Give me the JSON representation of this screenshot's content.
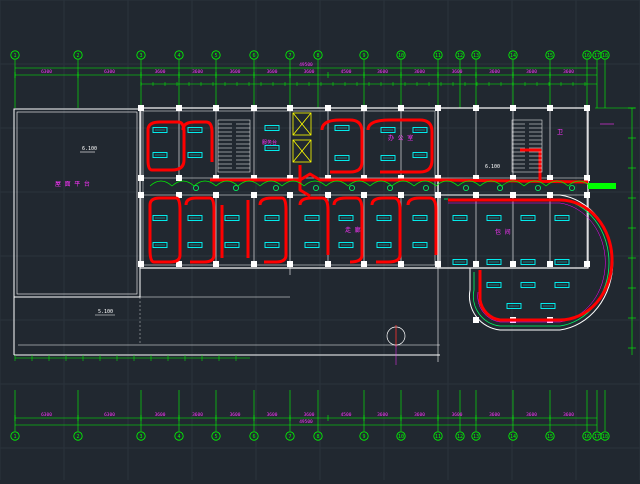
{
  "colors": {
    "background": "#212830",
    "grid": "#2b333c",
    "axis": "#00ff00",
    "dimension": "#ff33ff",
    "wall": "#ffffff",
    "fixture": "#00ffff",
    "duct": "#ff0000",
    "accent": "#ffff00"
  },
  "axes_top": [
    "1",
    "2",
    "3",
    "4",
    "5",
    "6",
    "7",
    "8",
    "9",
    "10",
    "11",
    "12",
    "13",
    "14",
    "15",
    "16",
    "17",
    "18"
  ],
  "axes_bottom": [
    "1",
    "2",
    "3",
    "4",
    "5",
    "6",
    "7",
    "8",
    "9",
    "10",
    "11",
    "12",
    "13",
    "14",
    "15",
    "16",
    "17",
    "18"
  ],
  "dims": {
    "top_total": "49500",
    "top_segments": [
      "6300",
      "6300",
      "3600",
      "3600",
      "3600",
      "3600",
      "3600",
      "4500",
      "3600",
      "3600",
      "3600",
      "3600",
      "3600",
      "3600"
    ],
    "bottom_total": "49500",
    "bottom_segments": [
      "6300",
      "6300",
      "3600",
      "3600",
      "3600",
      "3600",
      "3600",
      "4500",
      "3600",
      "3600",
      "3600",
      "3600",
      "3600",
      "3600"
    ],
    "left_level": "6.100",
    "terrace_level": "5.100",
    "stair_level": "6.100"
  },
  "labels": {
    "roof_terrace": "屋 面 平 台",
    "toilet": "卫",
    "corridor": "走 廊",
    "restaurant": "包 间",
    "office": "办 公 室",
    "lobby": "服务台"
  },
  "compass": {
    "icon": "north-arrow-icon"
  }
}
